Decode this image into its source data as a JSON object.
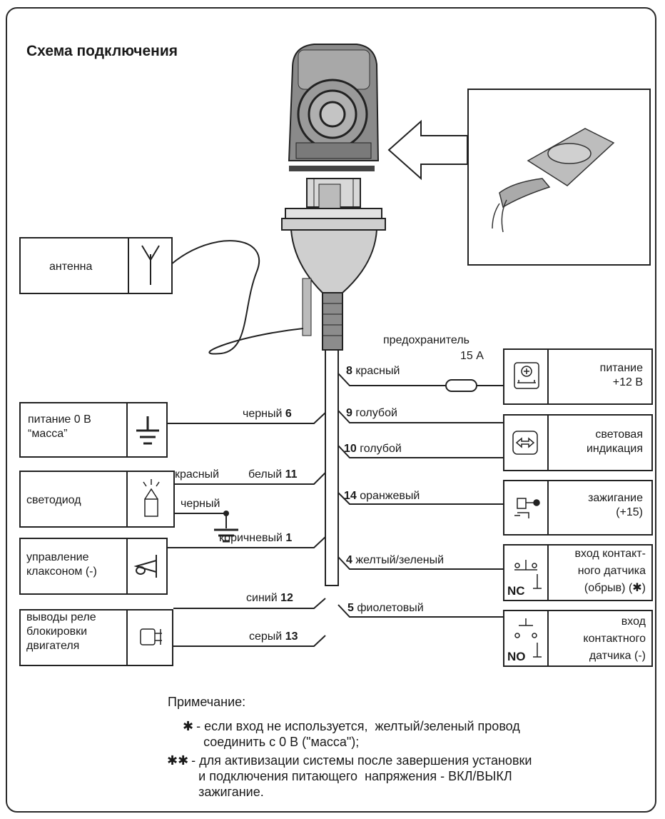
{
  "title": "Схема подключения",
  "left_devices": [
    {
      "name": "antenna",
      "label": "антенна",
      "icon": "antenna-icon"
    },
    {
      "name": "ground",
      "label": "питание 0 В\n“масса”",
      "icon": "ground-icon"
    },
    {
      "name": "led",
      "label": "светодиод",
      "icon": "led-icon"
    },
    {
      "name": "horn",
      "label": "управление\nклаксоном (-)",
      "icon": "horn-icon"
    },
    {
      "name": "relay",
      "label": "выводы реле\nблокировки\nдвигателя",
      "icon": "relay-icon"
    }
  ],
  "right_devices": [
    {
      "name": "power",
      "label": "питание\n+12 В",
      "icon": "battery-icon"
    },
    {
      "name": "indicators",
      "label": "световая\nиндикация",
      "icon": "indicator-arrows-icon"
    },
    {
      "name": "ignition",
      "label": "зажигание\n(+15)",
      "icon": "ignition-key-icon"
    },
    {
      "name": "nc-input",
      "label": "вход контакт-\nного датчика\n(обрыв) (✱)",
      "icon": "nc-switch-icon",
      "tag": "NC"
    },
    {
      "name": "no-input",
      "label": "вход\nконтактного\nдатчика (-)",
      "icon": "no-switch-icon",
      "tag": "NO"
    }
  ],
  "fuse": {
    "label": "предохранитель",
    "rating": "15 А"
  },
  "wires_left": [
    {
      "color": "черный",
      "pin": "6"
    },
    {
      "color": "белый",
      "pin": "11"
    },
    {
      "color": "коричневый",
      "pin": "1"
    },
    {
      "color": "синий",
      "pin": "12"
    },
    {
      "color": "серый",
      "pin": "13"
    }
  ],
  "led_wires": {
    "red": "красный",
    "black": "черный"
  },
  "wires_right": [
    {
      "pin": "8",
      "color": "красный"
    },
    {
      "pin": "9",
      "color": "голубой"
    },
    {
      "pin": "10",
      "color": "голубой"
    },
    {
      "pin": "14",
      "color": "оранжевый"
    },
    {
      "pin": "4",
      "color": "желтый/зеленый"
    },
    {
      "pin": "5",
      "color": "фиолетовый"
    }
  ],
  "notes": {
    "heading": "Примечание:",
    "items": [
      {
        "mark": "✱",
        "text": "- если вход не используется,  желтый/зеленый провод\n  соединить с 0 В (\"масса\");"
      },
      {
        "mark": "✱✱",
        "text": "- для активизации системы после завершения установки\n  и подключения питающего  напряжения - ВКЛ/ВЫКЛ\n  зажигание."
      }
    ]
  }
}
